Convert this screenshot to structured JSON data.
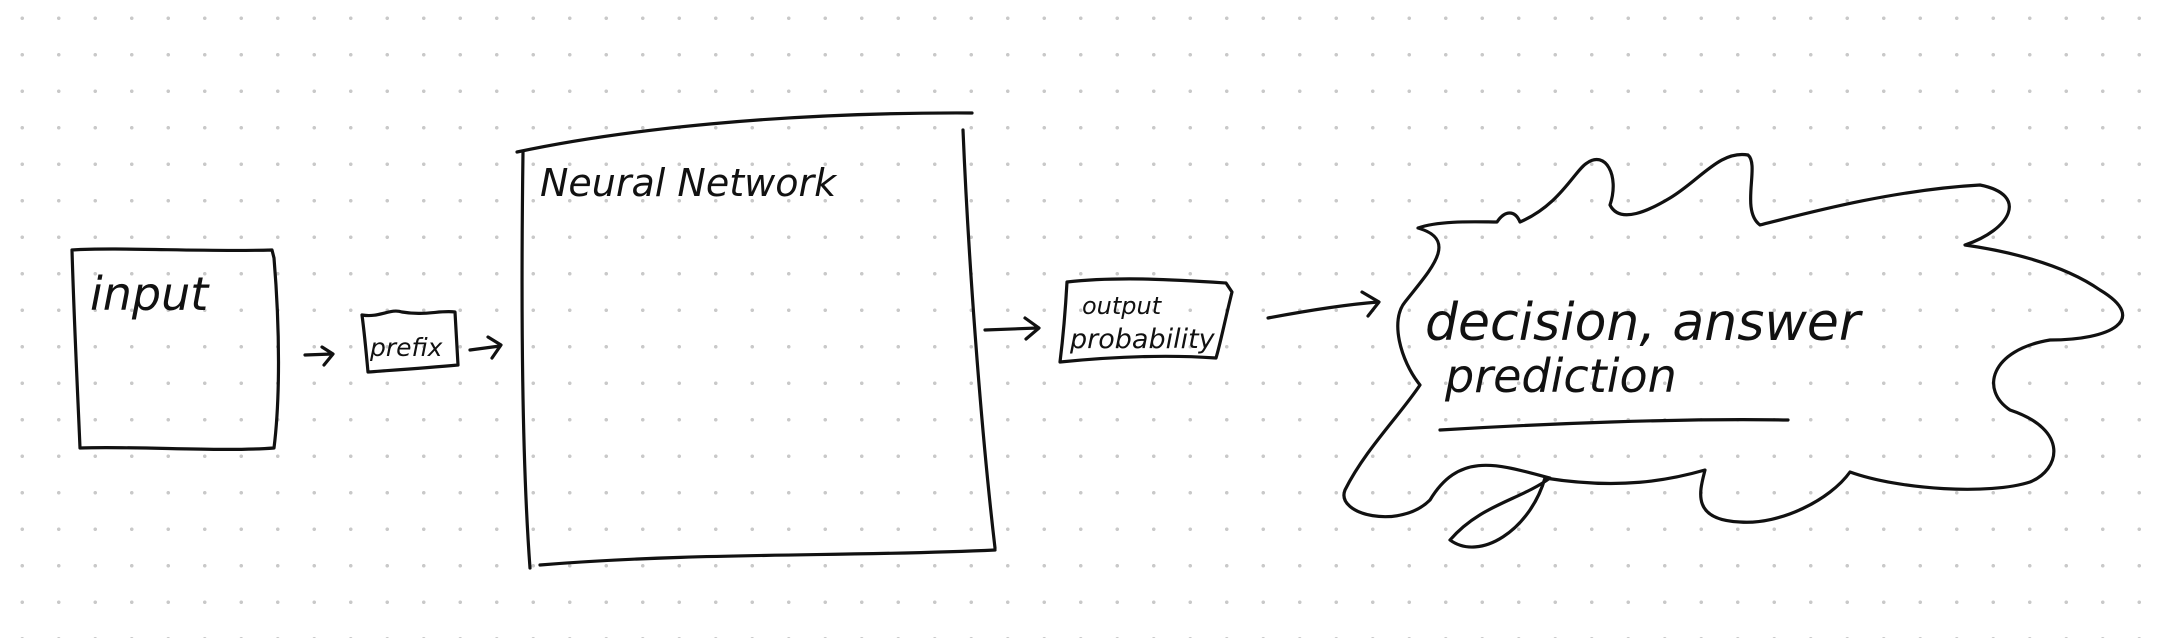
{
  "diagram": {
    "nodes": {
      "input": {
        "label": "input"
      },
      "prefix": {
        "label": "prefix"
      },
      "neural_network": {
        "label": "Neural Network"
      },
      "output": {
        "label_line1": "output",
        "label_line2": "probability"
      },
      "result": {
        "label_line1": "decision, answer",
        "label_line2": "prediction"
      }
    },
    "edges": [
      {
        "from": "input",
        "to": "prefix"
      },
      {
        "from": "prefix",
        "to": "neural_network"
      },
      {
        "from": "neural_network",
        "to": "output"
      },
      {
        "from": "output",
        "to": "result"
      }
    ],
    "colors": {
      "ink": "#111111",
      "grid_dot": "#c9c9c9",
      "background": "#ffffff"
    }
  }
}
